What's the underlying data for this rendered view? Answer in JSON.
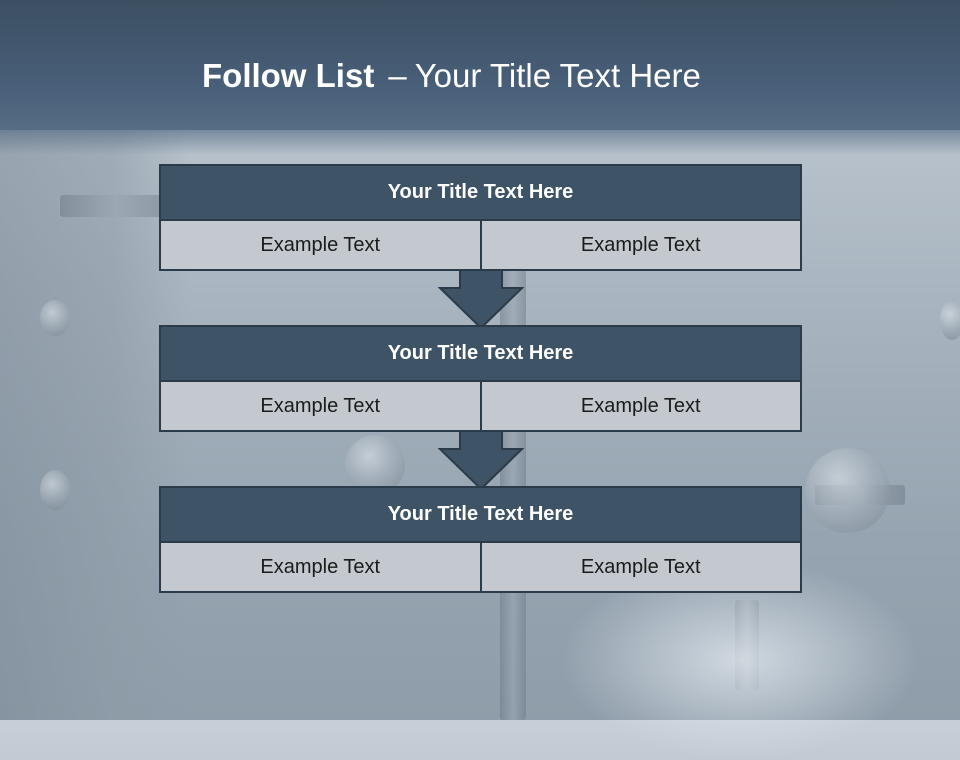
{
  "slide": {
    "title_bold": "Follow List",
    "title_separator": "–",
    "title_rest": "Your Title Text Here"
  },
  "blocks": [
    {
      "title": "Your Title Text Here",
      "left": "Example Text",
      "right": "Example Text"
    },
    {
      "title": "Your Title Text Here",
      "left": "Example Text",
      "right": "Example Text"
    },
    {
      "title": "Your Title Text Here",
      "left": "Example Text",
      "right": "Example Text"
    }
  ],
  "colors": {
    "header": "#49607a",
    "block_title": "#3f5366",
    "block_cell": "#c3c9ce",
    "border": "#2c3b49",
    "arrow": "#3f5366"
  },
  "background": {
    "image_subject": "bank-vault-door"
  }
}
